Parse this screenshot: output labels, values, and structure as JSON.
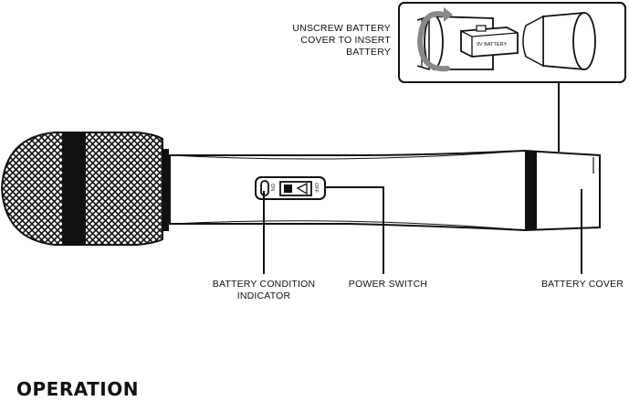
{
  "diagram": {
    "callout_text": [
      "UNSCREW BATTERY",
      "COVER TO INSERT",
      "BATTERY"
    ],
    "battery_label": "9V BATTERY",
    "switch_on_label": "ON",
    "switch_off_label": "OFF",
    "labels": {
      "battery_condition_indicator": [
        "BATTERY CONDITION",
        "INDICATOR"
      ],
      "power_switch": "POWER SWITCH",
      "battery_cover": "BATTERY COVER"
    }
  },
  "section_title": "OPERATION"
}
